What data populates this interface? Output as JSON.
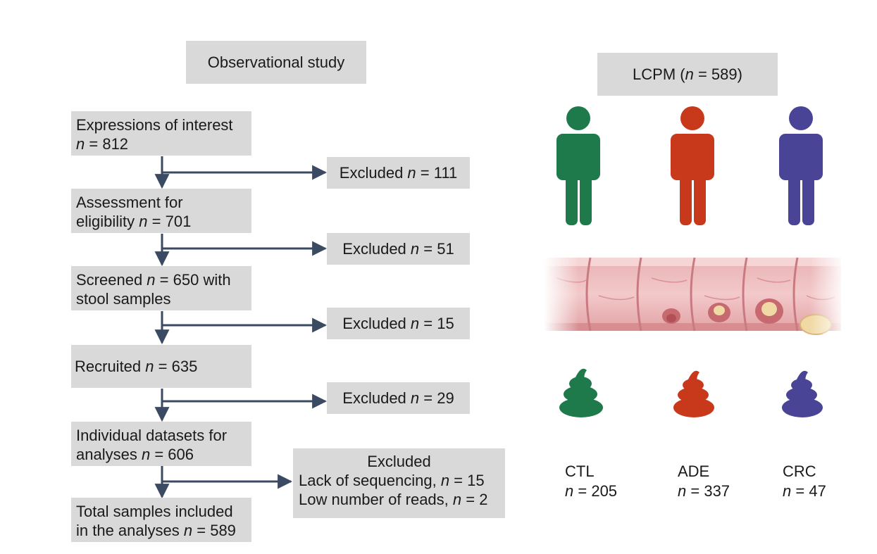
{
  "left": {
    "title": "Observational study",
    "steps": [
      {
        "l1": "Expressions of interest",
        "n": "812"
      },
      {
        "l1": "Assessment for",
        "l2": "eligibility ",
        "n": "701"
      },
      {
        "l1": "Screened ",
        "n": "650",
        "tail": " with",
        "l2": "stool samples"
      },
      {
        "l1": "Recruited ",
        "n": "635"
      },
      {
        "l1": "Individual datasets for",
        "l2": "analyses ",
        "n": "606"
      },
      {
        "l1": "Total samples included",
        "l2": "in the analyses ",
        "n": "589"
      }
    ],
    "excluded": [
      {
        "label": "Excluded ",
        "n": "111"
      },
      {
        "label": "Excluded ",
        "n": "51"
      },
      {
        "label": "Excluded ",
        "n": "15"
      },
      {
        "label": "Excluded ",
        "n": "29"
      }
    ],
    "final_excluded": {
      "title": "Excluded",
      "r1": "Lack of sequencing, ",
      "r1n": "15",
      "r2": "Low number of reads, ",
      "r2n": "2"
    }
  },
  "right": {
    "title_pre": "LCPM (",
    "title_n": "589",
    "title_post": ")",
    "groups": [
      {
        "name": "CTL",
        "n": "205",
        "color": "#1e7a4a"
      },
      {
        "name": "ADE",
        "n": "337",
        "color": "#c8391b"
      },
      {
        "name": "CRC",
        "n": "47",
        "color": "#4a4496"
      }
    ]
  },
  "n_symbol": "n",
  "eq": " = "
}
